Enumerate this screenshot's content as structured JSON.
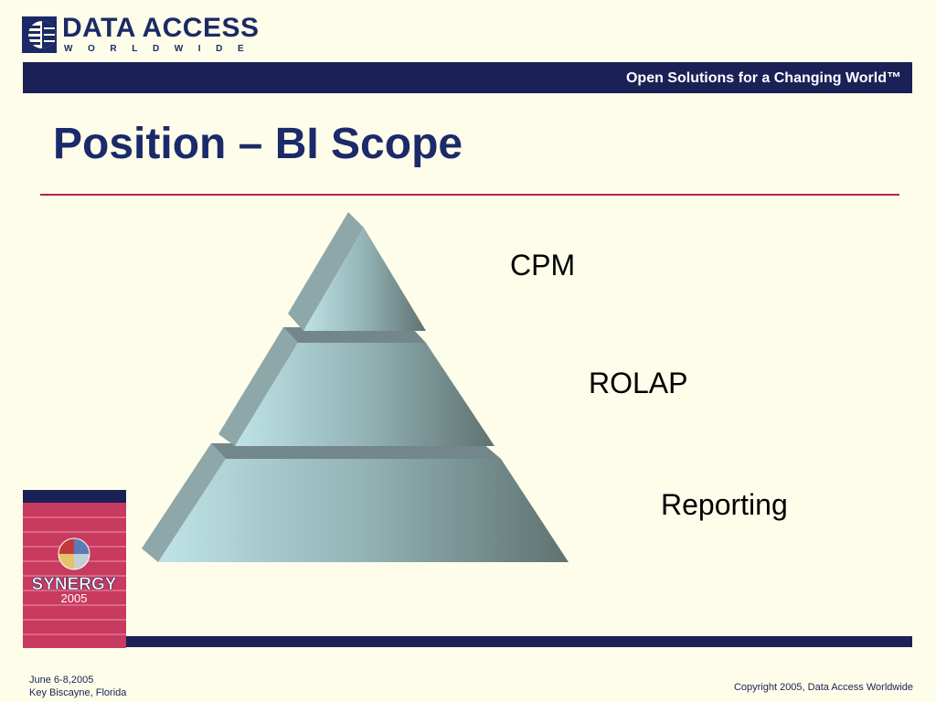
{
  "header": {
    "logo_name": "DATA ACCESS",
    "logo_subtitle": "WORLDWIDE",
    "tagline": "Open Solutions for a Changing World™"
  },
  "slide": {
    "title": "Position – BI Scope"
  },
  "pyramid": {
    "tiers": [
      {
        "label": "CPM"
      },
      {
        "label": "ROLAP"
      },
      {
        "label": "Reporting"
      }
    ]
  },
  "badge": {
    "name": "SYNERGY",
    "year": "2005"
  },
  "footer": {
    "date": "June 6-8,2005",
    "location": "Key Biscayne, Florida",
    "copyright": "Copyright 2005, Data Access Worldwide"
  },
  "colors": {
    "background": "#fdfdea",
    "navy": "#1b2157",
    "title_blue": "#1b2a6b",
    "rule_red": "#b1234a",
    "badge_pink": "#c83a5f"
  },
  "icons": {
    "logo": "globe-logo-icon",
    "badge": "puzzle-globe-icon"
  }
}
